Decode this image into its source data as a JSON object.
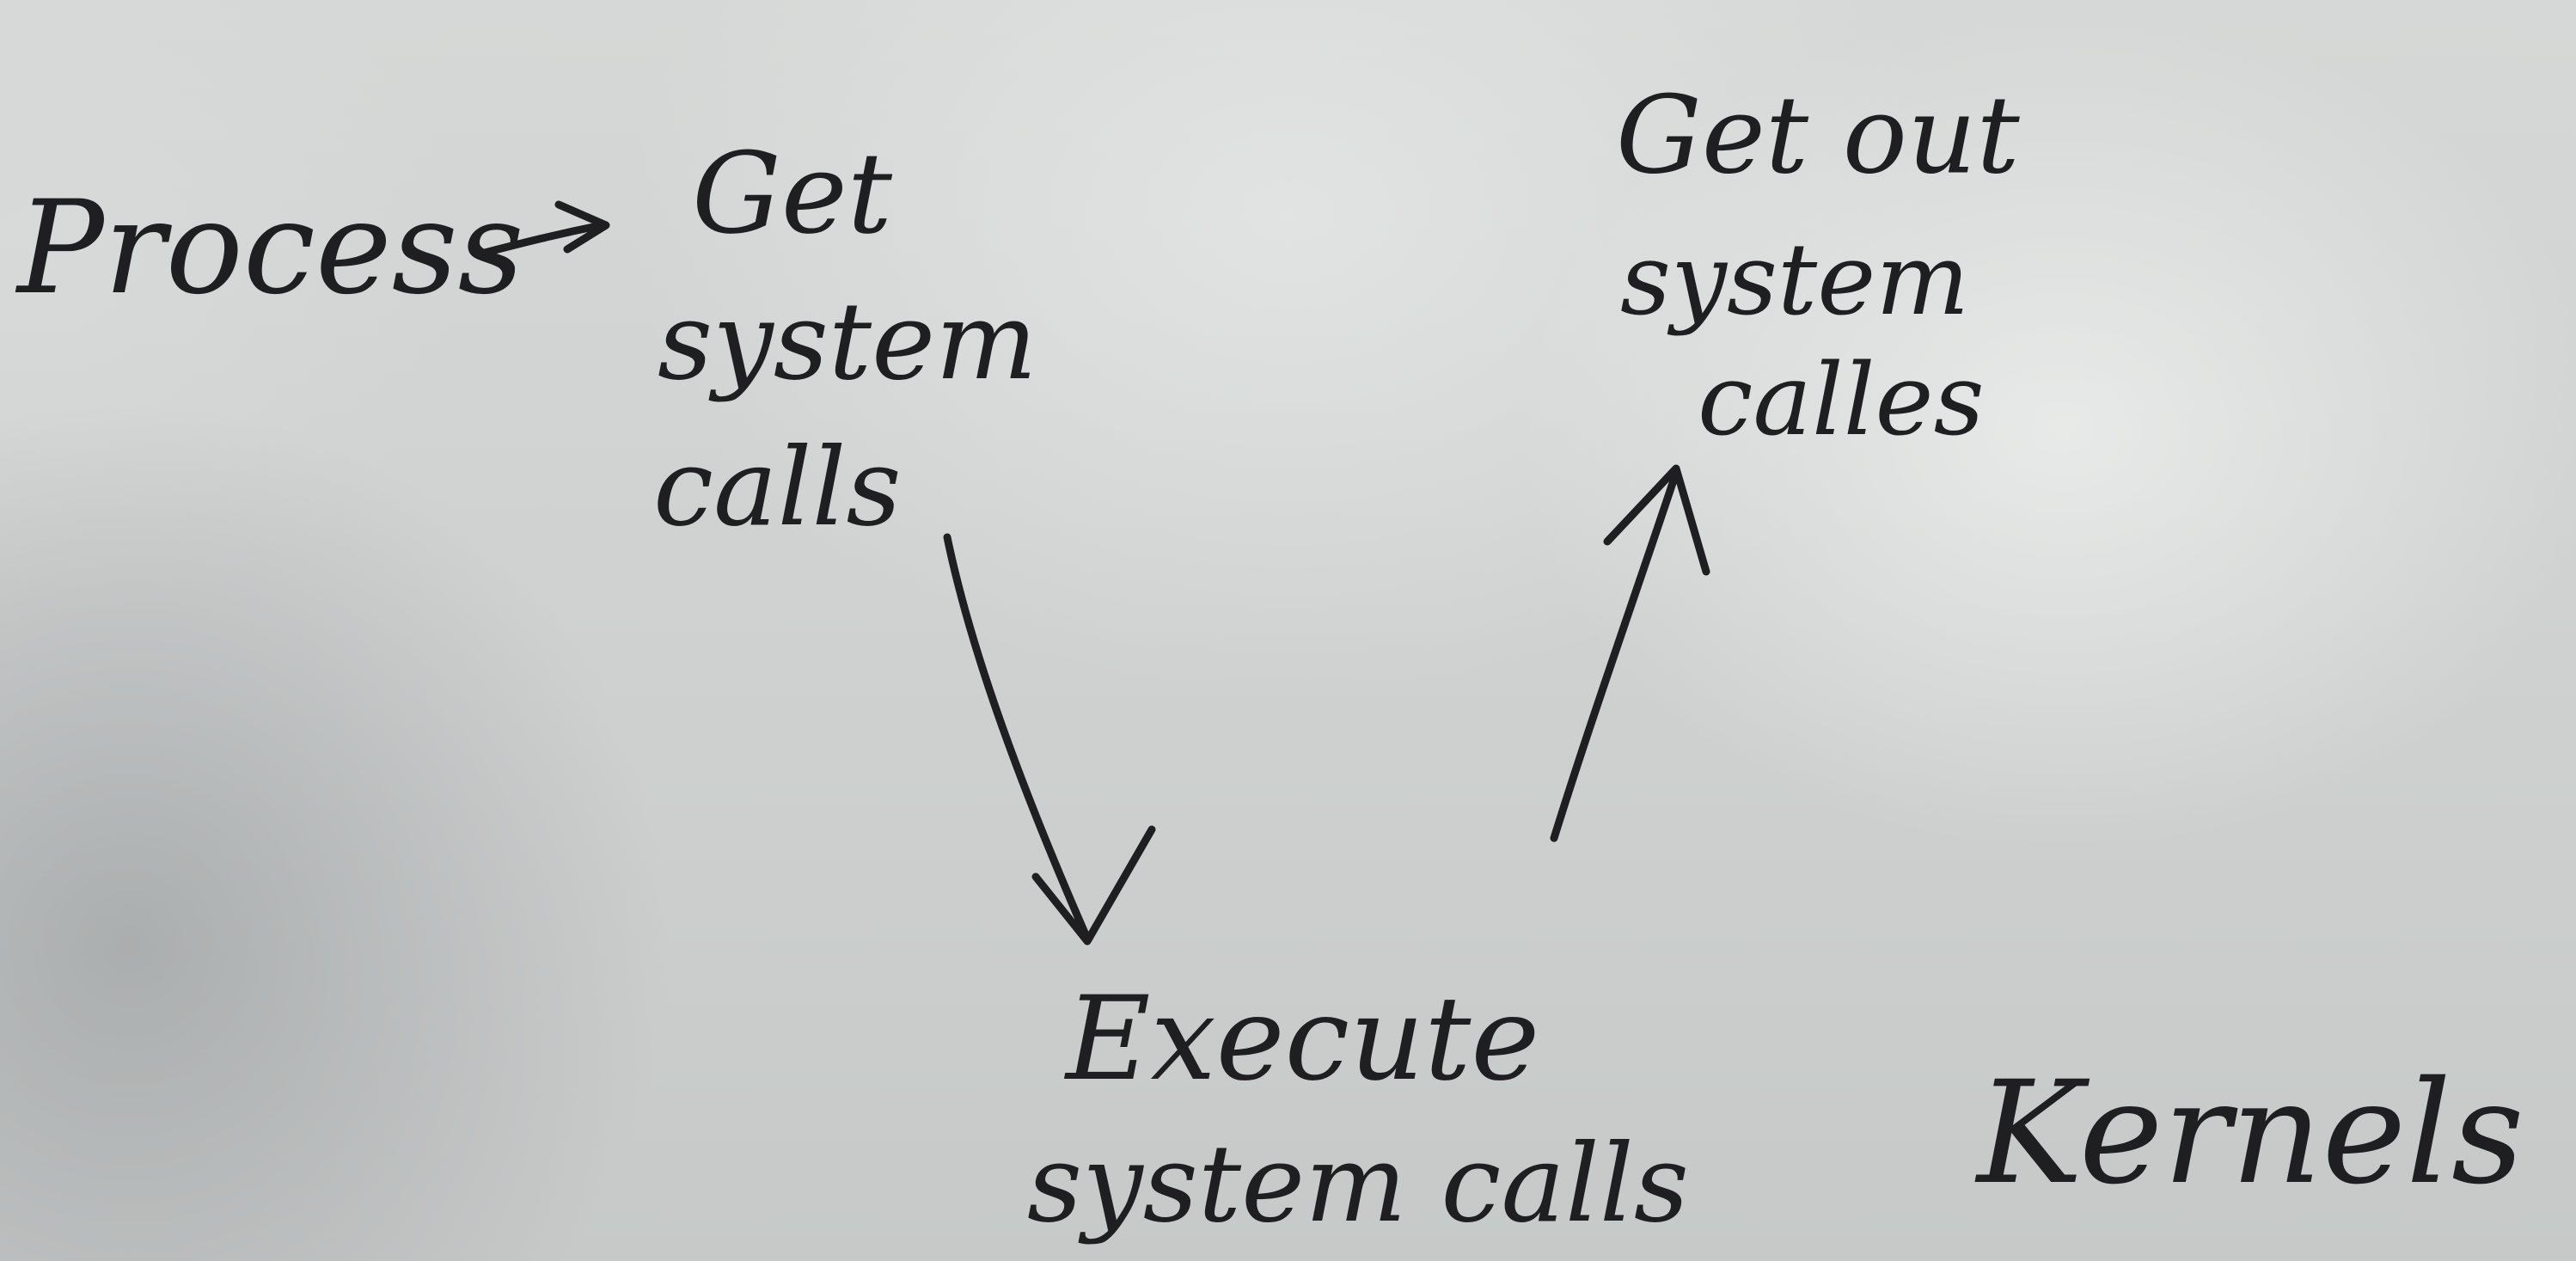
{
  "nodes": {
    "process": "Process",
    "get_system_calls": [
      "Get",
      "system",
      "calls"
    ],
    "execute_system_calls": [
      "Execute",
      "system calls"
    ],
    "getout_system_calls": [
      "Get out",
      "system",
      "calles"
    ],
    "kernels": "Kernels"
  },
  "colors": {
    "paper": "#d6d8d7",
    "ink": "#1f1f22"
  }
}
